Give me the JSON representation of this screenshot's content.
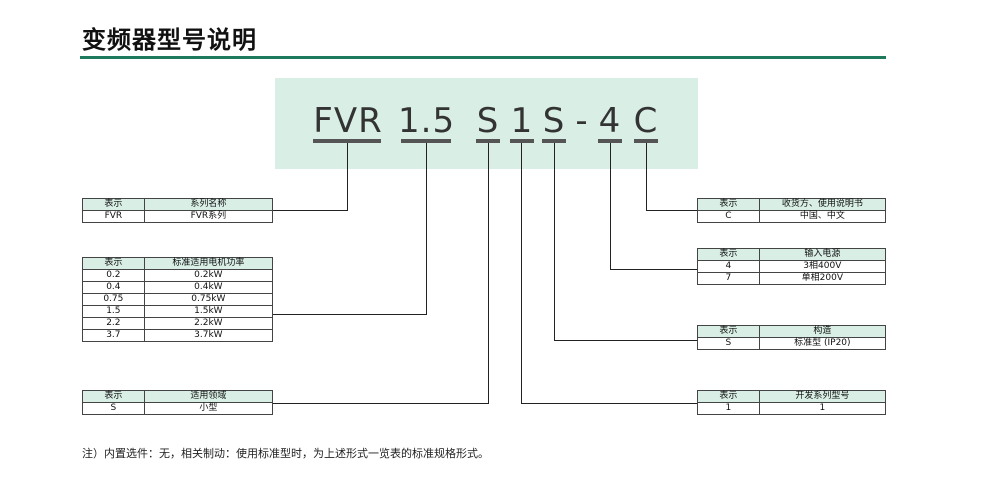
{
  "title": "变频器型号说明",
  "model": {
    "segments": [
      "FVR",
      "1.5",
      "S",
      "1",
      "S",
      "-",
      "4",
      "C"
    ]
  },
  "tables": {
    "series_name": {
      "headers": [
        "表示",
        "系列名称"
      ],
      "rows": [
        [
          "FVR",
          "FVR系列"
        ]
      ]
    },
    "motor_power": {
      "headers": [
        "表示",
        "标准适用电机功率"
      ],
      "rows": [
        [
          "0.2",
          "0.2kW"
        ],
        [
          "0.4",
          "0.4kW"
        ],
        [
          "0.75",
          "0.75kW"
        ],
        [
          "1.5",
          "1.5kW"
        ],
        [
          "2.2",
          "2.2kW"
        ],
        [
          "3.7",
          "3.7kW"
        ]
      ]
    },
    "application_area": {
      "headers": [
        "表示",
        "适用领域"
      ],
      "rows": [
        [
          "S",
          "小型"
        ]
      ]
    },
    "destination": {
      "headers": [
        "表示",
        "收货方、使用说明书"
      ],
      "rows": [
        [
          "C",
          "中国、中文"
        ]
      ]
    },
    "input_power": {
      "headers": [
        "表示",
        "输入电源"
      ],
      "rows": [
        [
          "4",
          "3相400V"
        ],
        [
          "7",
          "单相200V"
        ]
      ]
    },
    "structure": {
      "headers": [
        "表示",
        "构造"
      ],
      "rows": [
        [
          "S",
          "标准型 (IP20)"
        ]
      ]
    },
    "development": {
      "headers": [
        "表示",
        "开发系列型号"
      ],
      "rows": [
        [
          "1",
          "1"
        ]
      ]
    }
  },
  "note": "注）内置选件：无，相关制动：使用标准型时，为上述形式一览表的标准规格形式。",
  "colors": {
    "accent": "#1e7a5c",
    "panel": "#d9efe6"
  }
}
